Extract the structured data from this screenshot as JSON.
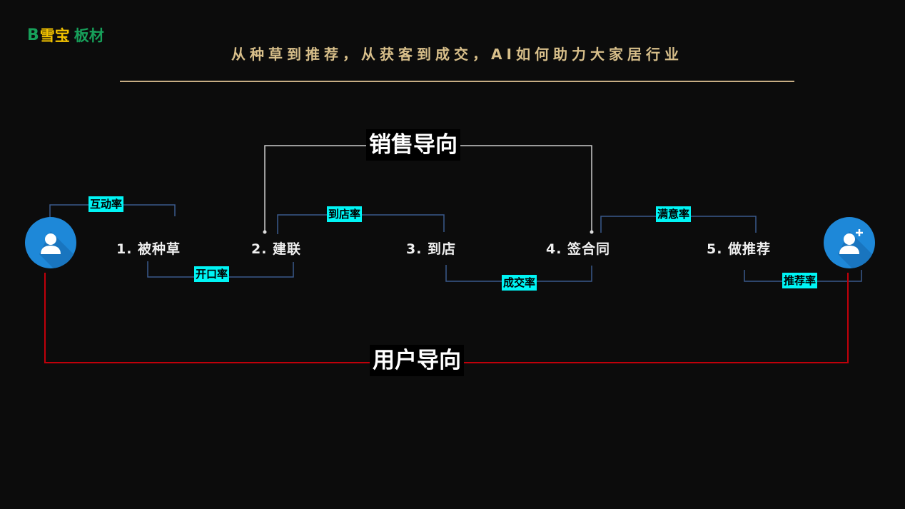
{
  "logo": {
    "mark": "B",
    "brand": "雪宝",
    "product": "板材"
  },
  "title": "从种草到推荐，从获客到成交，AI如何助力大家居行业",
  "sales_label": "销售导向",
  "user_label": "用户导向",
  "steps": [
    {
      "label": "1.  被种草"
    },
    {
      "label": "2.  建联"
    },
    {
      "label": "3.  到店"
    },
    {
      "label": "4.  签合同"
    },
    {
      "label": "5.  做推荐"
    }
  ],
  "rates": {
    "interaction": "互动率",
    "open": "开口率",
    "visit": "到店率",
    "deal": "成交率",
    "satisfaction": "满意率",
    "referral": "推荐率"
  },
  "colors": {
    "accent": "#00f5f5",
    "user_line": "#c0000a",
    "sales_line": "#cccccc",
    "rate_line": "#3a5a8c",
    "avatar": "#1e88d8"
  }
}
